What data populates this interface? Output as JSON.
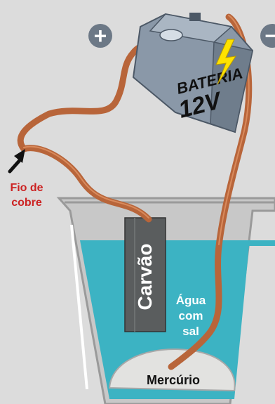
{
  "battery": {
    "line1": "BATERIA",
    "line2": "12V",
    "plus_symbol": "+",
    "minus_symbol": "−"
  },
  "labels": {
    "wire": [
      "Fio de",
      "cobre"
    ],
    "carbon": "Carvão",
    "water": [
      "Água",
      "com",
      "sal"
    ],
    "mercury": "Mercúrio"
  },
  "colors": {
    "background": "#dcdcdc",
    "water": "#3cb3c3",
    "copper": "#b8653a",
    "carbon": "#5a5d5e",
    "battery": "#8a98a8",
    "label_red": "#cc2222"
  }
}
